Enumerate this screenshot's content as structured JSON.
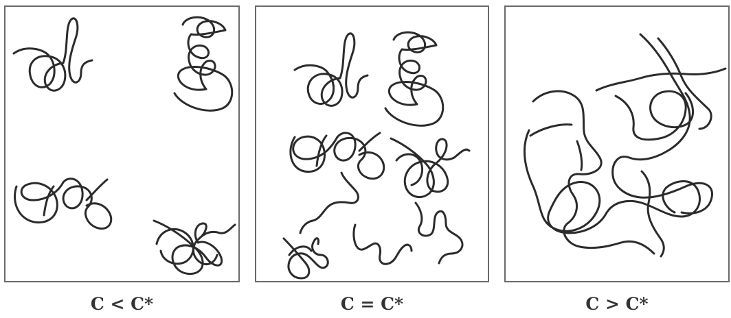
{
  "panels": [
    {
      "caption": "C < C*"
    },
    {
      "caption": "C = C*"
    },
    {
      "caption": "C > C*"
    }
  ],
  "colors": {
    "line": "#2b2b2b",
    "border": "#6a6a6a",
    "background": "#ffffff"
  }
}
